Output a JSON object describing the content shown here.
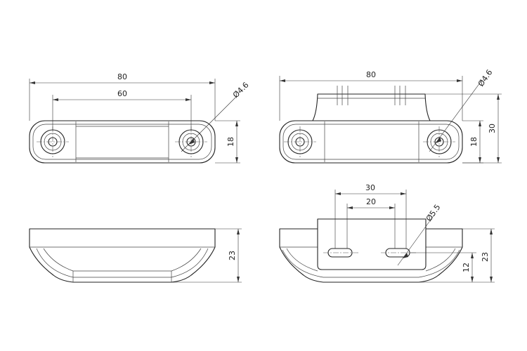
{
  "dimensions": {
    "top_left": {
      "overall_length": "80",
      "hole_spacing": "60",
      "hole_diameter": "Ø4.6",
      "width": "18"
    },
    "top_right": {
      "overall_length": "80",
      "hole_diameter": "Ø4.6",
      "width": "18",
      "depth": "30"
    },
    "bottom_left": {
      "height": "23"
    },
    "bottom_right": {
      "slot_outer": "30",
      "slot_inner": "20",
      "slot_width": "Ø5.5",
      "height": "23",
      "slot_height": "12"
    }
  }
}
